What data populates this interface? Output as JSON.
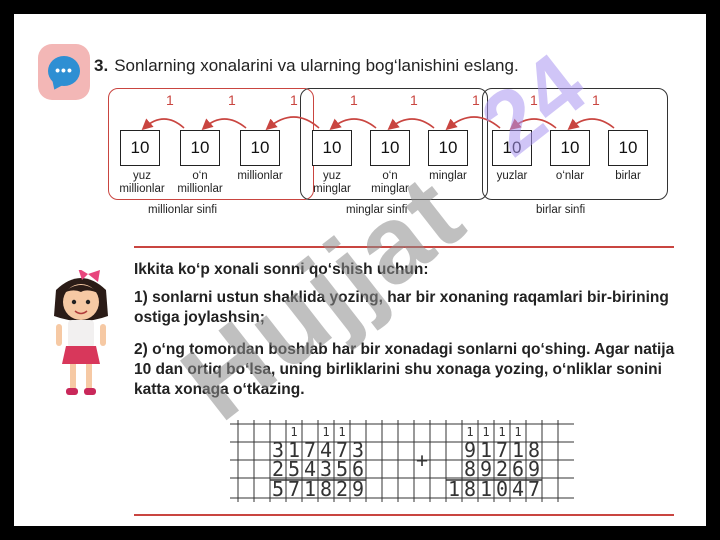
{
  "task": {
    "number": "3.",
    "text": "Sonlarning xonalarini va ularning bog‘lanishini eslang."
  },
  "places": [
    {
      "value": "10",
      "label": "yuz\nmillionlar"
    },
    {
      "value": "10",
      "label": "o‘n\nmillionlar"
    },
    {
      "value": "10",
      "label": "millionlar"
    },
    {
      "value": "10",
      "label": "yuz\nminglar"
    },
    {
      "value": "10",
      "label": "o‘n\nminglar"
    },
    {
      "value": "10",
      "label": "minglar"
    },
    {
      "value": "10",
      "label": "yuzlar"
    },
    {
      "value": "10",
      "label": "o‘nlar"
    },
    {
      "value": "10",
      "label": "birlar"
    }
  ],
  "classes": [
    "millionlar  sinfi",
    "minglar  sinfi",
    "birlar  sinfi"
  ],
  "links": [
    "1",
    "1",
    "1",
    "1",
    "1",
    "1",
    "1",
    "1"
  ],
  "rule": {
    "heading": "Ikkita ko‘p xonali sonni qo‘shish uchun:",
    "step1": "1) sonlarni ustun shaklida yozing, har bir xonaning raqamlari bir-birining ostiga joylashsin;",
    "step2": "2) o‘ng tomondan boshlab har bir xonadagi sonlarni qo‘shing. Agar natija 10 dan ortiq bo‘lsa, uning birliklarini shu xonaga yozing, o‘nliklar sonini katta xonaga o‘tkazing."
  },
  "example1": {
    "carries": [
      "1",
      "1",
      "1"
    ],
    "rows": [
      [
        "3",
        "1",
        "7",
        "4",
        "7",
        "3"
      ],
      [
        "2",
        "5",
        "4",
        "3",
        "5",
        "6"
      ],
      [
        "5",
        "7",
        "1",
        "8",
        "2",
        "9"
      ]
    ]
  },
  "example2": {
    "operator": "+",
    "carries": [
      "1",
      "1",
      "1",
      "1"
    ],
    "rows": [
      [
        "",
        "9",
        "1",
        "7",
        "1",
        "8"
      ],
      [
        "",
        "8",
        "9",
        "2",
        "6",
        "9"
      ],
      [
        "1",
        "8",
        "1",
        "0",
        "4",
        "7"
      ]
    ]
  },
  "watermark": {
    "main": "Hujjat",
    "accent": "24"
  },
  "colors": {
    "accent": "#c94540",
    "icon_bg": "#f3b7b6",
    "icon_bubble": "#2e8fd3"
  }
}
